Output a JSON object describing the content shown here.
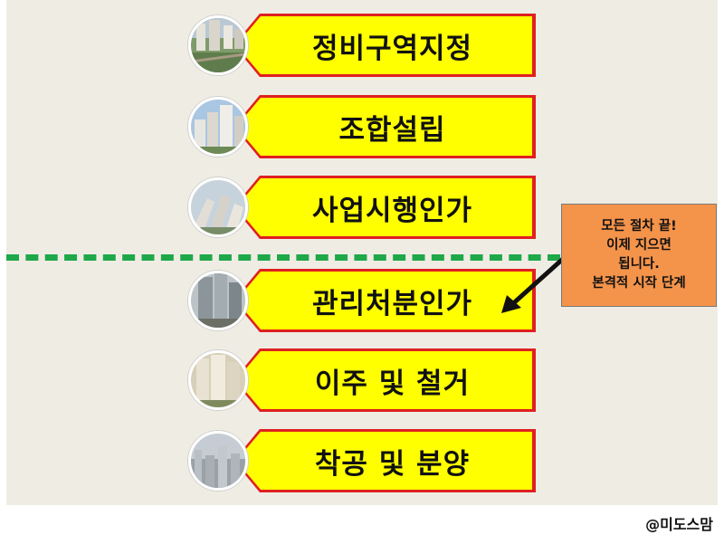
{
  "steps": [
    {
      "label": "정비구역지정",
      "photo_icon": "apartment-aerial-photo"
    },
    {
      "label": "조합설립",
      "photo_icon": "apartment-towers-photo"
    },
    {
      "label": "사업시행인가",
      "photo_icon": "apartment-complex-photo"
    },
    {
      "label": "관리처분인가",
      "photo_icon": "high-rise-photo"
    },
    {
      "label": "이주 및 철거",
      "photo_icon": "apartment-block-photo"
    },
    {
      "label": "착공 및 분양",
      "photo_icon": "city-skyline-photo"
    }
  ],
  "note": {
    "lines": [
      "모든 절차 끝!",
      "이제 지으면",
      "됩니다.",
      "본격적 시작 단계"
    ]
  },
  "watermark": "@미도스맘",
  "colors": {
    "background": "#efede3",
    "tag_fill": "#ffff00",
    "tag_border": "#e02020",
    "divider": "#1fa84a",
    "note_fill": "#f4934a"
  }
}
